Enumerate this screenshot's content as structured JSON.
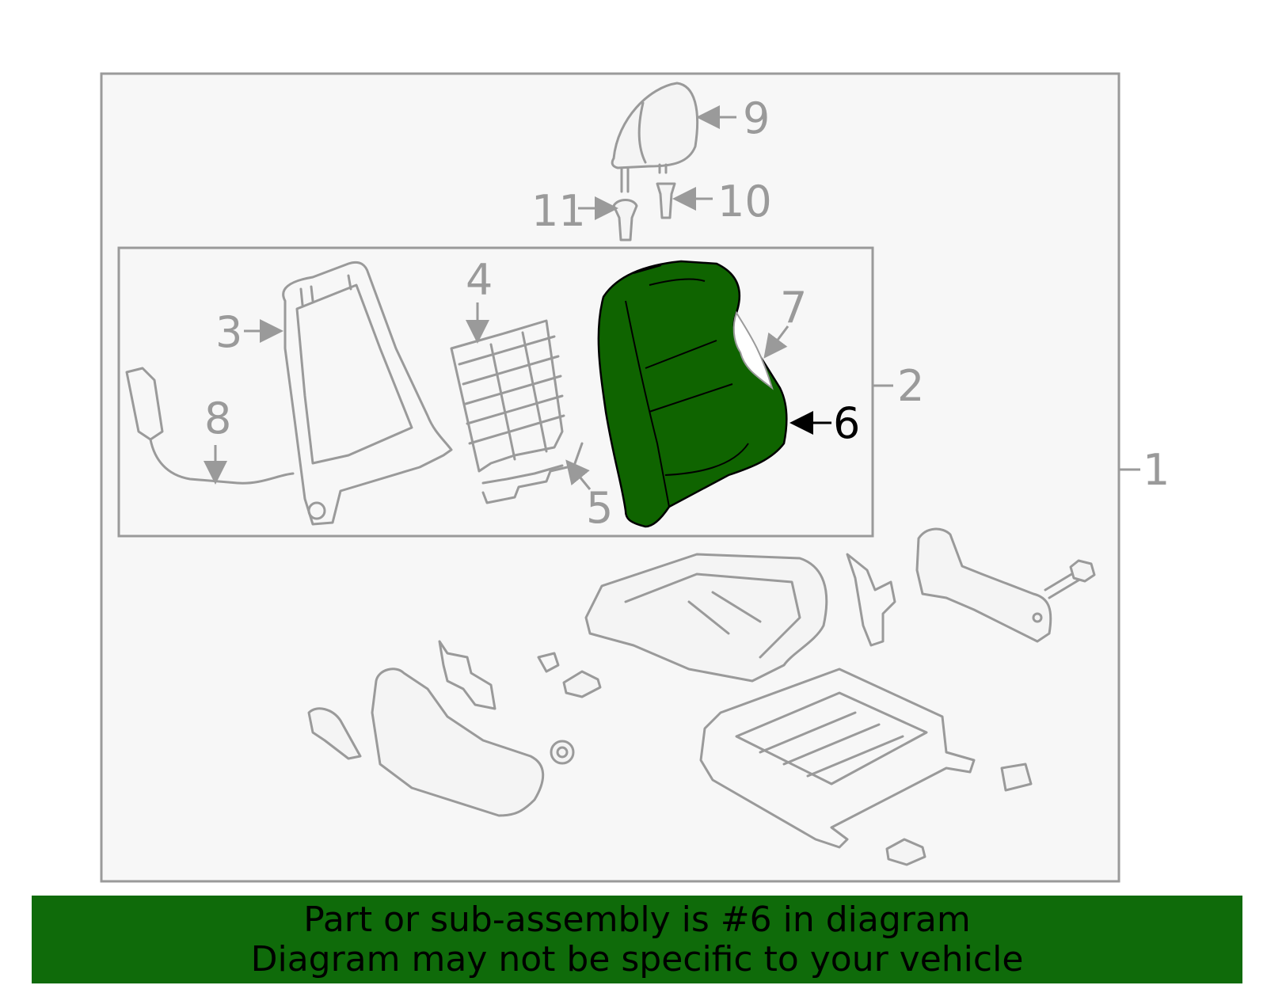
{
  "callouts": {
    "c1": "1",
    "c2": "2",
    "c3": "3",
    "c4": "4",
    "c5": "5",
    "c6": "6",
    "c7": "7",
    "c8": "8",
    "c9": "9",
    "c10": "10",
    "c11": "11"
  },
  "highlighted_part": "6",
  "colors": {
    "highlight_fill": "#0f6400",
    "banner_bg": "#0f6b0a",
    "frame": "#9a9a9a",
    "panel_bg": "#f7f7f7"
  },
  "banner": {
    "line1": "Part or sub-assembly is #6 in diagram",
    "line2": "Diagram may not be specific to your vehicle"
  }
}
